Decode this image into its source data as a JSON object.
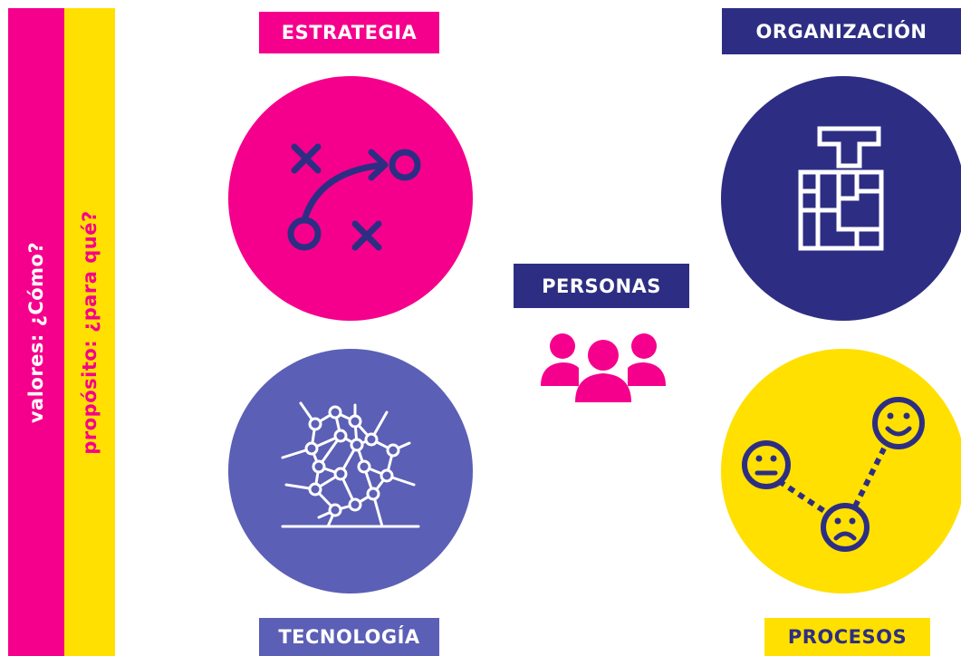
{
  "side_bars": {
    "valores": "valores: ¿Cómo?",
    "proposito": "propósito: ¿para qué?"
  },
  "labels": {
    "estrategia": "ESTRATEGIA",
    "organizacion": "ORGANIZACIÓN",
    "personas": "PERSONAS",
    "tecnologia": "TECNOLOGÍA",
    "procesos": "PROCESOS"
  },
  "icons": {
    "estrategia": "strategy-play-icon",
    "organizacion": "tetris-blocks-icon",
    "personas": "people-group-icon",
    "tecnologia": "network-nodes-icon",
    "procesos": "mood-faces-icon"
  },
  "colors": {
    "magenta": "#F5008C",
    "navy": "#2D2E83",
    "periwinkle": "#5B5FB5",
    "yellow": "#FFE000"
  }
}
